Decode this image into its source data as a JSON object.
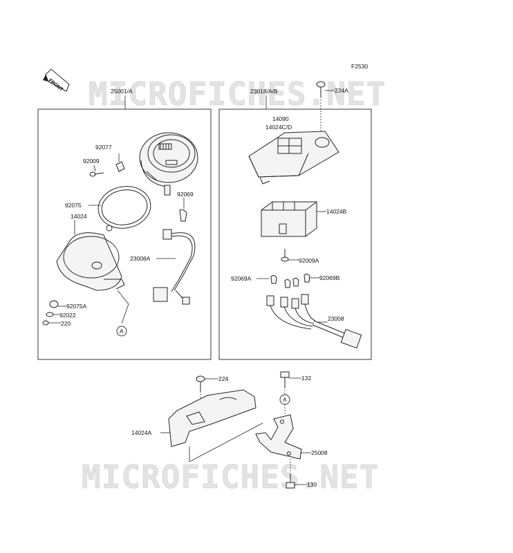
{
  "figure_code": "F2530",
  "front_label": "FRONT",
  "watermark": "MICROFICHES.NET",
  "labels": {
    "l25001a": "25001/A",
    "l23018": "23018/A/B",
    "l224a": "224A",
    "l92077": "92077",
    "l92009": "92009",
    "l92075": "92075",
    "l14024": "14024",
    "l92069": "92069",
    "l23008a": "23008A",
    "l92075a": "92075A",
    "l92022": "92022",
    "l220": "220",
    "lA1": "A",
    "l14090": "14090",
    "l14024cd": "14024C/D",
    "l14024b": "14024B",
    "l92009a": "92009A",
    "l92069a": "92069A",
    "l92069b": "92069B",
    "l23008": "23008",
    "l224": "224",
    "l132": "132",
    "lA2": "A",
    "l14024a": "14024A",
    "l25008": "25008",
    "l130": "130"
  }
}
